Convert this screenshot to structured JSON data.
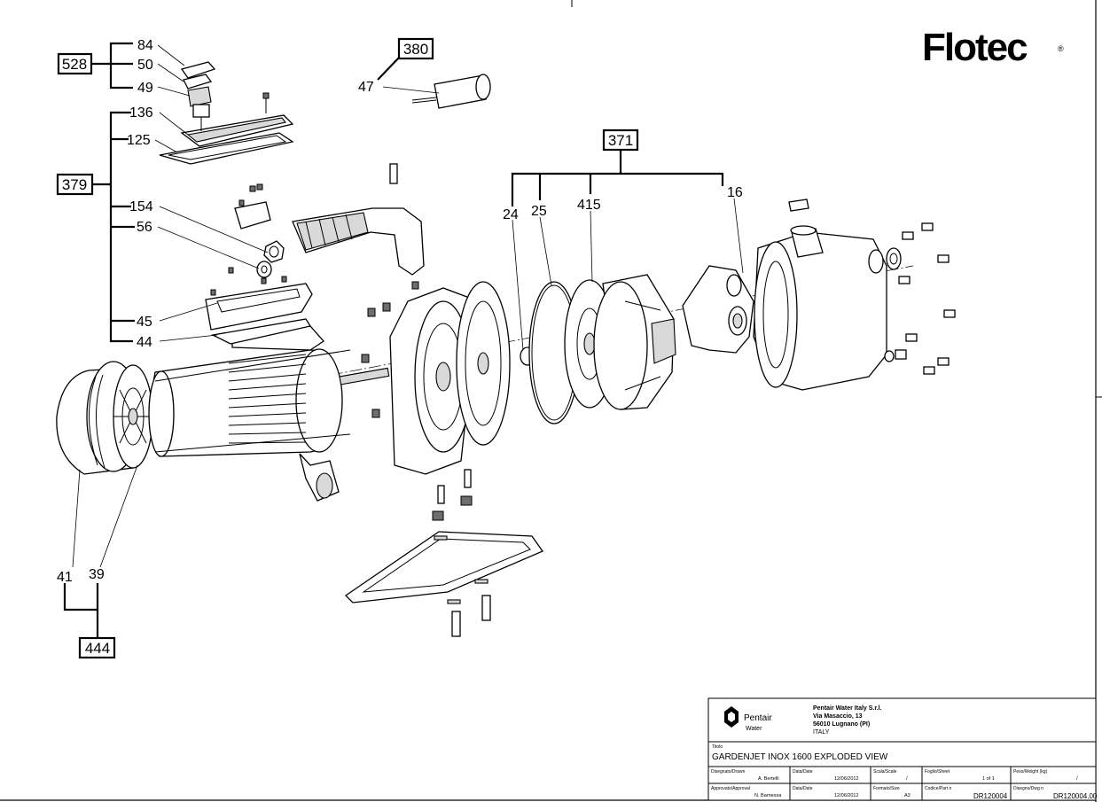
{
  "brand": {
    "logo_text": "Flotec",
    "registered_mark": "®"
  },
  "assemblies": [
    {
      "id": "528",
      "parts": [
        "84",
        "50",
        "49"
      ]
    },
    {
      "id": "380",
      "parts": [
        "47"
      ]
    },
    {
      "id": "379",
      "parts": [
        "136",
        "125",
        "154",
        "56",
        "45",
        "44"
      ]
    },
    {
      "id": "371",
      "parts": [
        "24",
        "25",
        "415",
        "16"
      ]
    },
    {
      "id": "444",
      "parts": [
        "41",
        "39"
      ]
    }
  ],
  "callouts": {
    "p84": "84",
    "p50": "50",
    "p49": "49",
    "p47": "47",
    "p136": "136",
    "p125": "125",
    "p154": "154",
    "p56": "56",
    "p45": "45",
    "p44": "44",
    "p24": "24",
    "p25": "25",
    "p415": "415",
    "p16": "16",
    "p41": "41",
    "p39": "39"
  },
  "title_block": {
    "company": {
      "logo_word": "Pentair",
      "logo_sub": "Water"
    },
    "address": [
      "Pentair Water Italy S.r.l.",
      "Via Masaccio, 13",
      "56010 Lugnano (PI)",
      "ITALY"
    ],
    "title_label": "Titolo",
    "title": "GARDENJET INOX 1600 EXPLODED VIEW",
    "row1": {
      "drawn_label": "Disegnato/Drawn",
      "drawn": "A. Bertelli",
      "date_label": "Data/Date",
      "date": "12/06/2012",
      "scale_label": "Scala/Scale",
      "scale": "/",
      "sheet_label": "Foglio/Sheet",
      "sheet": "1 of 1",
      "weight_label": "Peso/Weight (kg)",
      "weight": "/"
    },
    "row2": {
      "approved_label": "Approvato/Approval",
      "approved": "N. Barnessa",
      "date_label": "Data/Date",
      "date": "12/06/2012",
      "format_label": "Formato/Size",
      "format": "A3",
      "code_label": "Codice/Part n",
      "code": "DR120004",
      "dwg_label": "Disegno/Dwg n",
      "dwg": "DR120004.00"
    }
  }
}
